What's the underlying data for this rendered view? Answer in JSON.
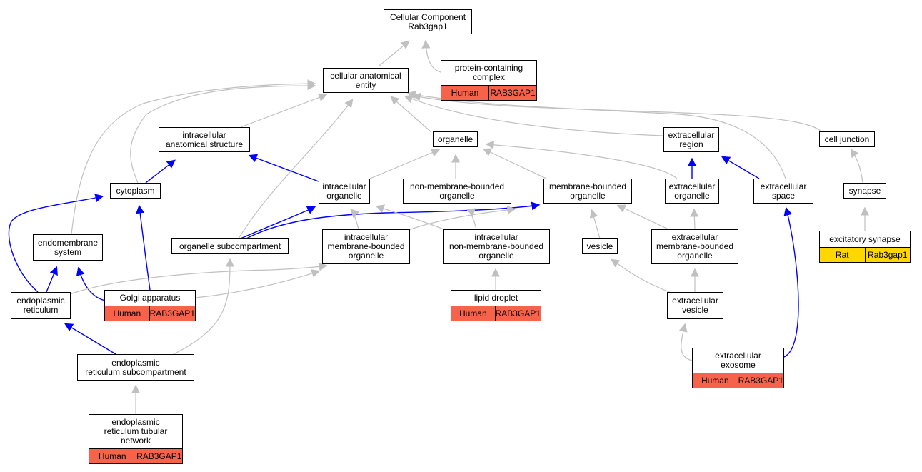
{
  "colors": {
    "is_a_edge": "#c0c0c0",
    "part_of_edge": "#0000ff",
    "human_annotation": "#f7624b",
    "rat_annotation": "#ffd700"
  },
  "nodes": {
    "root": {
      "label": "Cellular Component\nRab3gap1"
    },
    "cae": {
      "label": "cellular anatomical\nentity"
    },
    "pcc": {
      "label": "protein-containing\ncomplex",
      "annotation": {
        "species": "Human",
        "gene": "RAB3GAP1"
      }
    },
    "ias": {
      "label": "intracellular\nanatomical structure"
    },
    "organelle": {
      "label": "organelle"
    },
    "ecr": {
      "label": "extracellular\nregion"
    },
    "cj": {
      "label": "cell junction"
    },
    "cytoplasm": {
      "label": "cytoplasm"
    },
    "io": {
      "label": "intracellular\norganelle"
    },
    "nmbo": {
      "label": "non-membrane-bounded\norganelle"
    },
    "mbo": {
      "label": "membrane-bounded\norganelle"
    },
    "eco": {
      "label": "extracellular\norganelle"
    },
    "ecs": {
      "label": "extracellular\nspace"
    },
    "synapse": {
      "label": "synapse"
    },
    "es": {
      "label": "endomembrane\nsystem"
    },
    "osc": {
      "label": "organelle subcompartment"
    },
    "imbo": {
      "label": "intracellular\nmembrane-bounded\norganelle"
    },
    "inmbo": {
      "label": "intracellular\nnon-membrane-bounded\norganelle"
    },
    "vesicle": {
      "label": "vesicle"
    },
    "ecmbo": {
      "label": "extracellular\nmembrane-bounded\norganelle"
    },
    "exsyn": {
      "label": "excitatory synapse",
      "annotation": {
        "species": "Rat",
        "gene": "Rab3gap1"
      }
    },
    "er": {
      "label": "endoplasmic\nreticulum"
    },
    "golgi": {
      "label": "Golgi apparatus",
      "annotation": {
        "species": "Human",
        "gene": "RAB3GAP1"
      }
    },
    "ld": {
      "label": "lipid droplet",
      "annotation": {
        "species": "Human",
        "gene": "RAB3GAP1"
      }
    },
    "ecv": {
      "label": "extracellular\nvesicle"
    },
    "ersc": {
      "label": "endoplasmic\nreticulum subcompartment"
    },
    "exo": {
      "label": "extracellular\nexosome",
      "annotation": {
        "species": "Human",
        "gene": "RAB3GAP1"
      }
    },
    "ertn": {
      "label": "endoplasmic\nreticulum tubular\nnetwork",
      "annotation": {
        "species": "Human",
        "gene": "RAB3GAP1"
      }
    }
  },
  "edges": [
    {
      "from": "cae",
      "to": "root",
      "type": "is_a"
    },
    {
      "from": "pcc",
      "to": "root",
      "type": "is_a"
    },
    {
      "from": "ias",
      "to": "cae",
      "type": "is_a"
    },
    {
      "from": "organelle",
      "to": "cae",
      "type": "is_a"
    },
    {
      "from": "ecr",
      "to": "cae",
      "type": "is_a"
    },
    {
      "from": "cj",
      "to": "cae",
      "type": "is_a"
    },
    {
      "from": "cytoplasm",
      "to": "cae",
      "type": "is_a"
    },
    {
      "from": "es",
      "to": "cae",
      "type": "is_a"
    },
    {
      "from": "osc",
      "to": "cae",
      "type": "is_a"
    },
    {
      "from": "ecs",
      "to": "cae",
      "type": "is_a"
    },
    {
      "from": "cytoplasm",
      "to": "ias",
      "type": "part_of"
    },
    {
      "from": "io",
      "to": "ias",
      "type": "part_of"
    },
    {
      "from": "io",
      "to": "organelle",
      "type": "is_a"
    },
    {
      "from": "nmbo",
      "to": "organelle",
      "type": "is_a"
    },
    {
      "from": "mbo",
      "to": "organelle",
      "type": "is_a"
    },
    {
      "from": "eco",
      "to": "organelle",
      "type": "is_a"
    },
    {
      "from": "eco",
      "to": "ecr",
      "type": "part_of"
    },
    {
      "from": "ecs",
      "to": "ecr",
      "type": "part_of"
    },
    {
      "from": "synapse",
      "to": "cj",
      "type": "is_a"
    },
    {
      "from": "exsyn",
      "to": "synapse",
      "type": "is_a"
    },
    {
      "from": "er",
      "to": "cytoplasm",
      "type": "part_of"
    },
    {
      "from": "golgi",
      "to": "cytoplasm",
      "type": "part_of"
    },
    {
      "from": "er",
      "to": "es",
      "type": "part_of"
    },
    {
      "from": "golgi",
      "to": "es",
      "type": "part_of"
    },
    {
      "from": "osc",
      "to": "io",
      "type": "part_of"
    },
    {
      "from": "osc",
      "to": "mbo",
      "type": "part_of"
    },
    {
      "from": "imbo",
      "to": "io",
      "type": "is_a"
    },
    {
      "from": "imbo",
      "to": "mbo",
      "type": "is_a"
    },
    {
      "from": "inmbo",
      "to": "io",
      "type": "is_a"
    },
    {
      "from": "inmbo",
      "to": "nmbo",
      "type": "is_a"
    },
    {
      "from": "vesicle",
      "to": "mbo",
      "type": "is_a"
    },
    {
      "from": "ecmbo",
      "to": "mbo",
      "type": "is_a"
    },
    {
      "from": "ecmbo",
      "to": "eco",
      "type": "is_a"
    },
    {
      "from": "er",
      "to": "imbo",
      "type": "is_a"
    },
    {
      "from": "golgi",
      "to": "imbo",
      "type": "is_a"
    },
    {
      "from": "ld",
      "to": "inmbo",
      "type": "is_a"
    },
    {
      "from": "ecv",
      "to": "vesicle",
      "type": "is_a"
    },
    {
      "from": "ecv",
      "to": "ecmbo",
      "type": "is_a"
    },
    {
      "from": "ersc",
      "to": "er",
      "type": "part_of"
    },
    {
      "from": "ersc",
      "to": "osc",
      "type": "is_a"
    },
    {
      "from": "exo",
      "to": "ecv",
      "type": "is_a"
    },
    {
      "from": "exo",
      "to": "ecs",
      "type": "part_of"
    },
    {
      "from": "ertn",
      "to": "ersc",
      "type": "is_a"
    }
  ]
}
